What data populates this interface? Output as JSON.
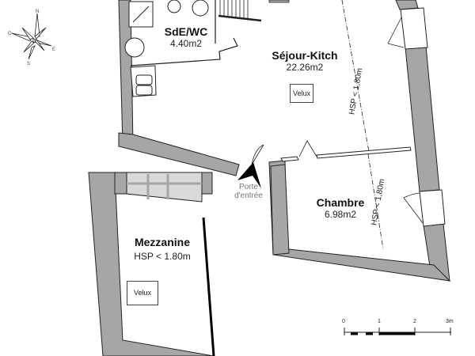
{
  "plan": {
    "rooms": [
      {
        "id": "sde-wc",
        "name": "SdE/WC",
        "area": "4.40m2"
      },
      {
        "id": "sejour-kitch",
        "name": "Séjour-Kitch",
        "area": "22.26m2",
        "velux": "Velux"
      },
      {
        "id": "chambre",
        "name": "Chambre",
        "area": "6.98m2"
      },
      {
        "id": "mezzanine",
        "name": "Mezzanine",
        "note": "HSP < 1.80m",
        "velux": "Velux"
      }
    ],
    "height_notes": [
      {
        "location": "sejour",
        "text": "HSP < 1,80m"
      },
      {
        "location": "chambre",
        "text": "HSP < 1,80m"
      }
    ],
    "entrance": {
      "line1": "Porte",
      "line2": "d'entrée"
    },
    "scale_bar": {
      "ticks": [
        "0",
        "1",
        "2",
        "3m"
      ]
    },
    "compass": {
      "labels": [
        "N",
        "E",
        "S",
        "O"
      ]
    },
    "colors": {
      "wall": "#a6a6a6",
      "outline": "#222222",
      "background": "#ffffff",
      "window": "#d9d9d9"
    }
  }
}
